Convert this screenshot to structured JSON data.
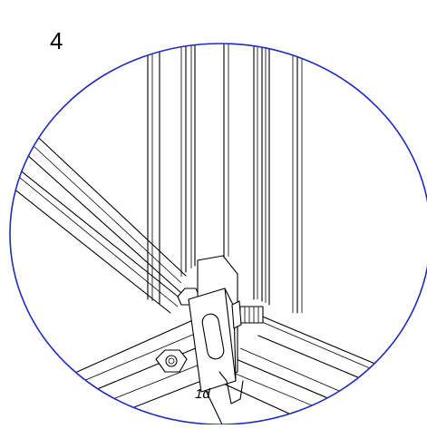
{
  "figure": {
    "step_number": "4",
    "part_label": "1d",
    "frame_color": "#1f2bbf",
    "line_color": "#000000",
    "background": "#ffffff",
    "parts": [
      "frame-profile-uprights",
      "diagonal-brace",
      "base-rails",
      "bracket-plate",
      "threaded-bolt",
      "hex-nut"
    ]
  }
}
